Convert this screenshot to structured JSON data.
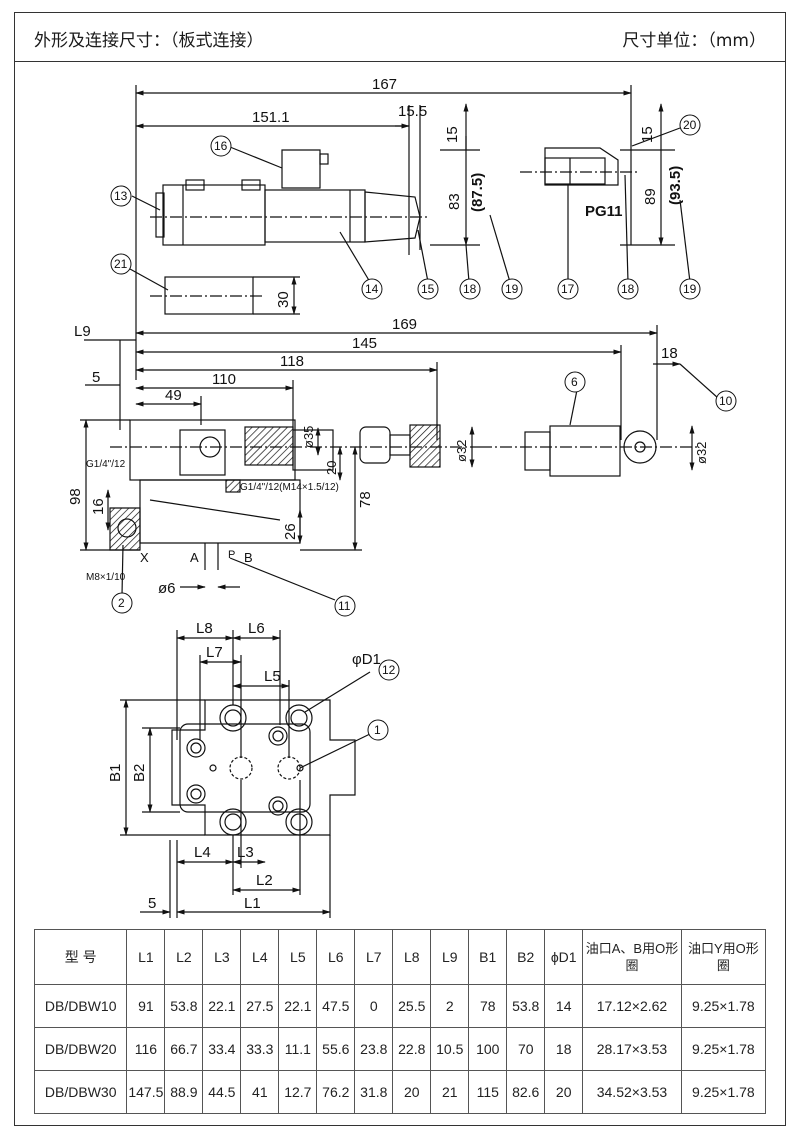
{
  "header": {
    "title": "外形及连接尺寸：（板式连接）",
    "unit": "尺寸单位：（mm）"
  },
  "drawing": {
    "top": {
      "dims": [
        "167",
        "151.1",
        "15.5",
        "15",
        "83",
        "(87.5)",
        "15",
        "89",
        "(93.5)",
        "30"
      ],
      "connector_label": "PG11",
      "balloons": [
        "16",
        "13",
        "14",
        "15",
        "18",
        "19",
        "17",
        "18",
        "19",
        "20",
        "21"
      ]
    },
    "mid": {
      "dims": [
        "L9",
        "169",
        "145",
        "118",
        "5",
        "110",
        "49",
        "18",
        "ø35",
        "20",
        "ø32",
        "ø32",
        "98",
        "16",
        "26",
        "78",
        "ø6"
      ],
      "notes": [
        "G1/4\"/12",
        "G1/4\"/12(M14×1.5/12)",
        "M8×1/10"
      ],
      "port_labels": [
        "X",
        "A",
        "P",
        "B"
      ],
      "balloons": [
        "6",
        "10",
        "2",
        "11"
      ]
    },
    "bottom": {
      "dims": [
        "L8",
        "L6",
        "L7",
        "L5",
        "φD1",
        "B1",
        "B2",
        "L4",
        "L3",
        "L2",
        "5",
        "L1"
      ],
      "balloons": [
        "12",
        "1"
      ]
    }
  },
  "table": {
    "headers": [
      "型  号",
      "L1",
      "L2",
      "L3",
      "L4",
      "L5",
      "L6",
      "L7",
      "L8",
      "L9",
      "B1",
      "B2",
      "ϕD1",
      "油口A、B用O形圈",
      "油口Y用O形圈"
    ],
    "rows": [
      [
        "DB/DBW10",
        "91",
        "53.8",
        "22.1",
        "27.5",
        "22.1",
        "47.5",
        "0",
        "25.5",
        "2",
        "78",
        "53.8",
        "14",
        "17.12×2.62",
        "9.25×1.78"
      ],
      [
        "DB/DBW20",
        "116",
        "66.7",
        "33.4",
        "33.3",
        "11.1",
        "55.6",
        "23.8",
        "22.8",
        "10.5",
        "100",
        "70",
        "18",
        "28.17×3.53",
        "9.25×1.78"
      ],
      [
        "DB/DBW30",
        "147.5",
        "88.9",
        "44.5",
        "41",
        "12.7",
        "76.2",
        "31.8",
        "20",
        "21",
        "115",
        "82.6",
        "20",
        "34.52×3.53",
        "9.25×1.78"
      ]
    ]
  }
}
